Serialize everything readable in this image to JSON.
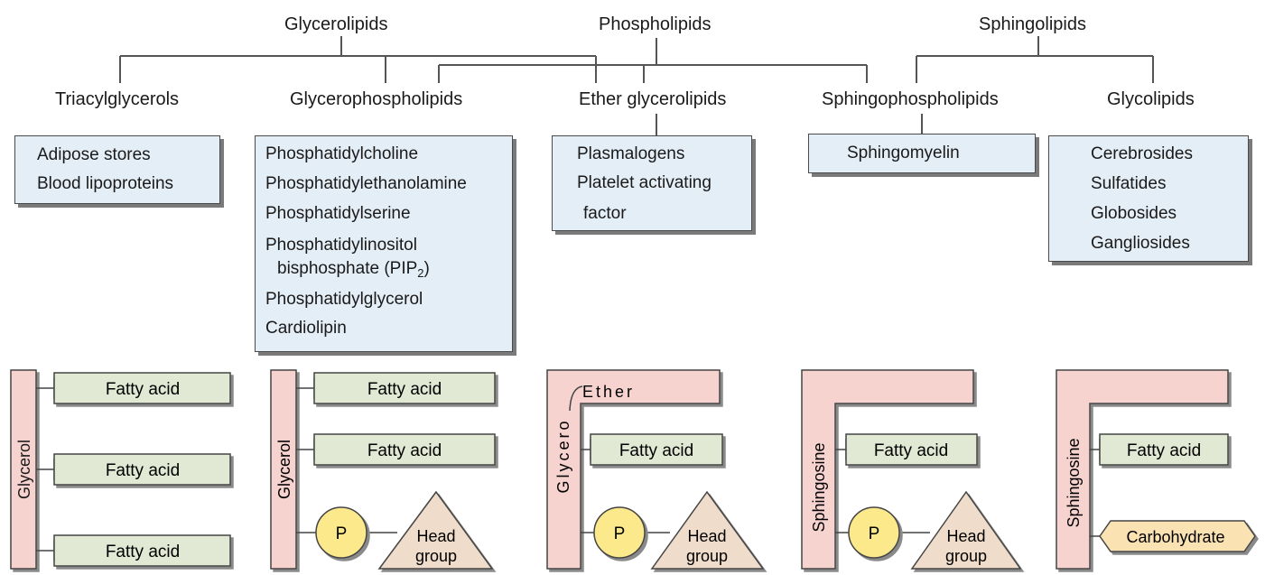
{
  "categories": {
    "glycerolipids": "Glycerolipids",
    "phospholipids": "Phospholipids",
    "sphingolipids": "Sphingolipids"
  },
  "subcategories": {
    "triacylglycerols": "Triacylglycerols",
    "glycerophospholipids": "Glycerophospholipids",
    "ether_glycerolipids": "Ether glycerolipids",
    "sphingophospholipids": "Sphingophospholipids",
    "glycolipids": "Glycolipids"
  },
  "examples": {
    "triacylglycerols": [
      "Adipose stores",
      "Blood lipoproteins"
    ],
    "glycerophospholipids": {
      "line1": "Phosphatidylcholine",
      "line2": "Phosphatidylethanolamine",
      "line3": "Phosphatidylserine",
      "line4": "Phosphatidylinositol",
      "line5_prefix": "bisphosphate (PIP",
      "line5_sub": "2",
      "line5_suffix": ")",
      "line6": "Phosphatidylglycerol",
      "line7": "Cardiolipin"
    },
    "ether_glycerolipids": [
      "Plasmalogens",
      "Platelet activating",
      "factor"
    ],
    "sphingophospholipids": [
      "Sphingomyelin"
    ],
    "glycolipids": [
      "Cerebrosides",
      "Sulfatides",
      "Globosides",
      "Gangliosides"
    ]
  },
  "structures": {
    "glycerol": "Glycerol",
    "fatty_acid": "Fatty acid",
    "glycero": "Glycero",
    "ether": "Ether",
    "sphingosine": "Sphingosine",
    "phosphate": "P",
    "head_group_line1": "Head",
    "head_group_line2": "group",
    "carbohydrate": "Carbohydrate"
  },
  "colors": {
    "backbone": "#f7d3d0",
    "fatty_acid": "#e1e8d3",
    "phosphate": "#fbe98c",
    "head_group": "#efdcca",
    "carbohydrate": "#fbe2b2",
    "example_box": "#e4eef6"
  }
}
